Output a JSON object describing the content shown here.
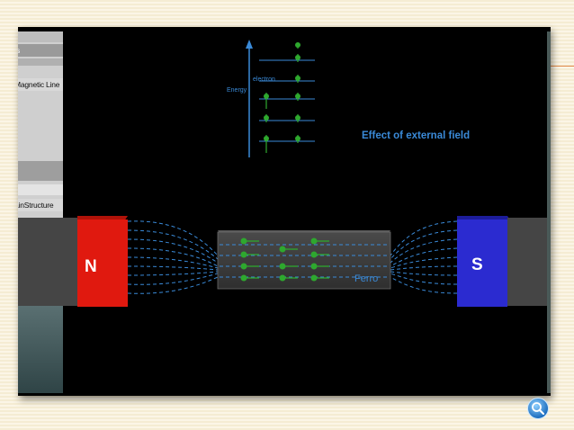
{
  "sidebar": {
    "items": [
      {
        "label": "s"
      },
      {
        "label": "Magnetic Line"
      },
      {
        "label": "ainStructure"
      }
    ]
  },
  "diagram": {
    "axis_label": "Energy",
    "electron_label": "electron",
    "caption": "Effect of external field",
    "material_label": "Ferro",
    "north_label": "N",
    "south_label": "S"
  },
  "colors": {
    "north": "#e0190f",
    "south": "#2b2bd0",
    "field_line": "#3a8ad8",
    "caption": "#3a8ad8",
    "electron": "#2ea82e",
    "background": "#000000"
  },
  "controls": {
    "zoom_icon": "magnifier-icon"
  }
}
